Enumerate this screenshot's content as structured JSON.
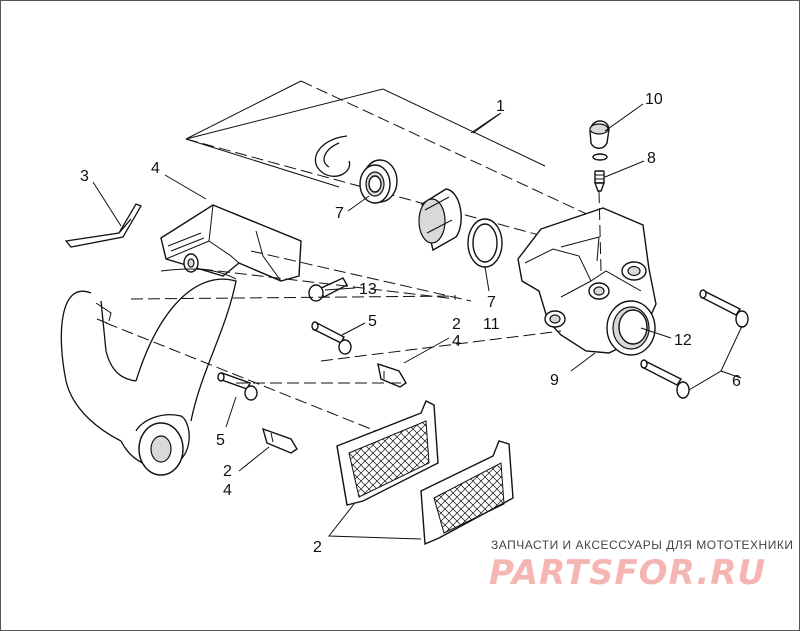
{
  "labels": {
    "l1": "1",
    "l10": "10",
    "l8": "8",
    "l3": "3",
    "l4a": "4",
    "l7a": "7",
    "l13": "13",
    "l5a": "5",
    "l2a": "2",
    "l4b": "4",
    "l7b": "7",
    "l11": "11",
    "l12": "12",
    "l9": "9",
    "l6": "6",
    "l5b": "5",
    "l2b": "2",
    "l4c": "4",
    "l2c": "2"
  },
  "watermark": {
    "caption": "ЗАПЧАСТИ И АКСЕССУАРЫ ДЛЯ МОТОТЕХНИКИ",
    "logo": "PARTSFOR.RU",
    "color": "#f4a9a6"
  }
}
